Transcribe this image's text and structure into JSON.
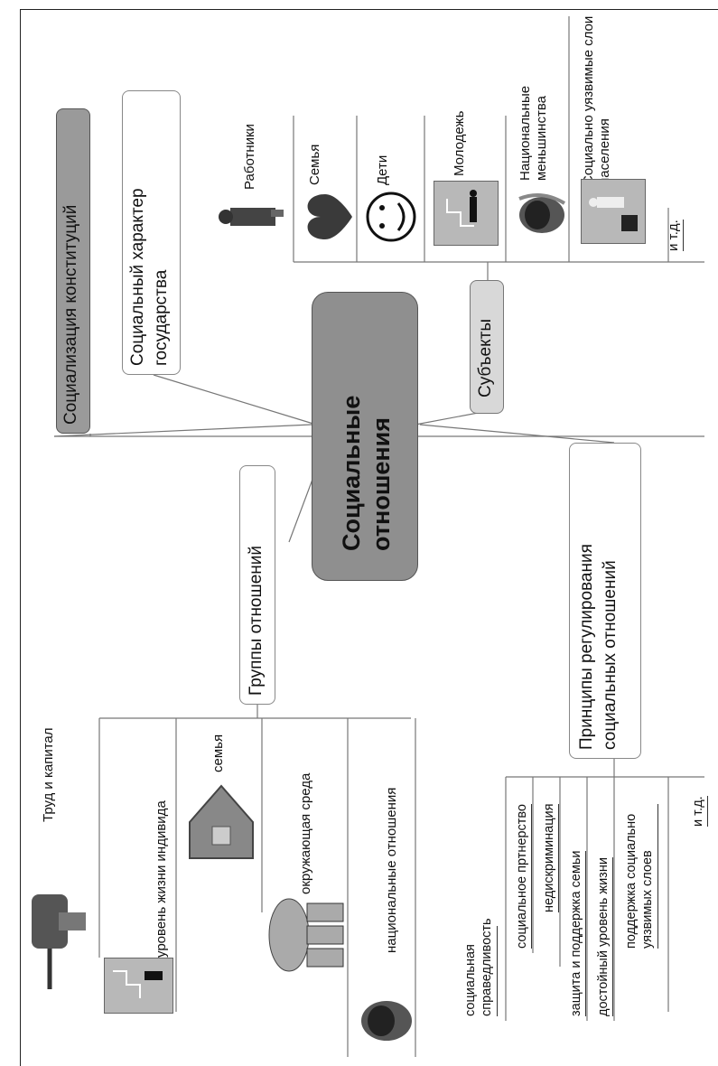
{
  "central": "Социальные отношения",
  "constitution": "Социализация конституций",
  "state_character": "Социальный характер государства",
  "subjects_label": "Субъекты",
  "subjects": [
    "Работники",
    "Семья",
    "Дети",
    "Молодежь",
    "Национальные меньшинства",
    "Социально уязвимые слои населения",
    "и т.д."
  ],
  "groups_label": "Группы отношений",
  "groups": [
    "Труд и капитал",
    "уровень жизни индивида",
    "семья",
    "окружающая среда",
    "национальные отношения"
  ],
  "principles_label": "Принципы регулирования социальных отношений",
  "principles": [
    "социальная справедливость",
    "социальное пртнерство",
    "недискриминация",
    "защита и поддержка семьи",
    "достойный уровень жизни",
    "поддержка социально уязвимых слоев",
    "и т.д."
  ]
}
